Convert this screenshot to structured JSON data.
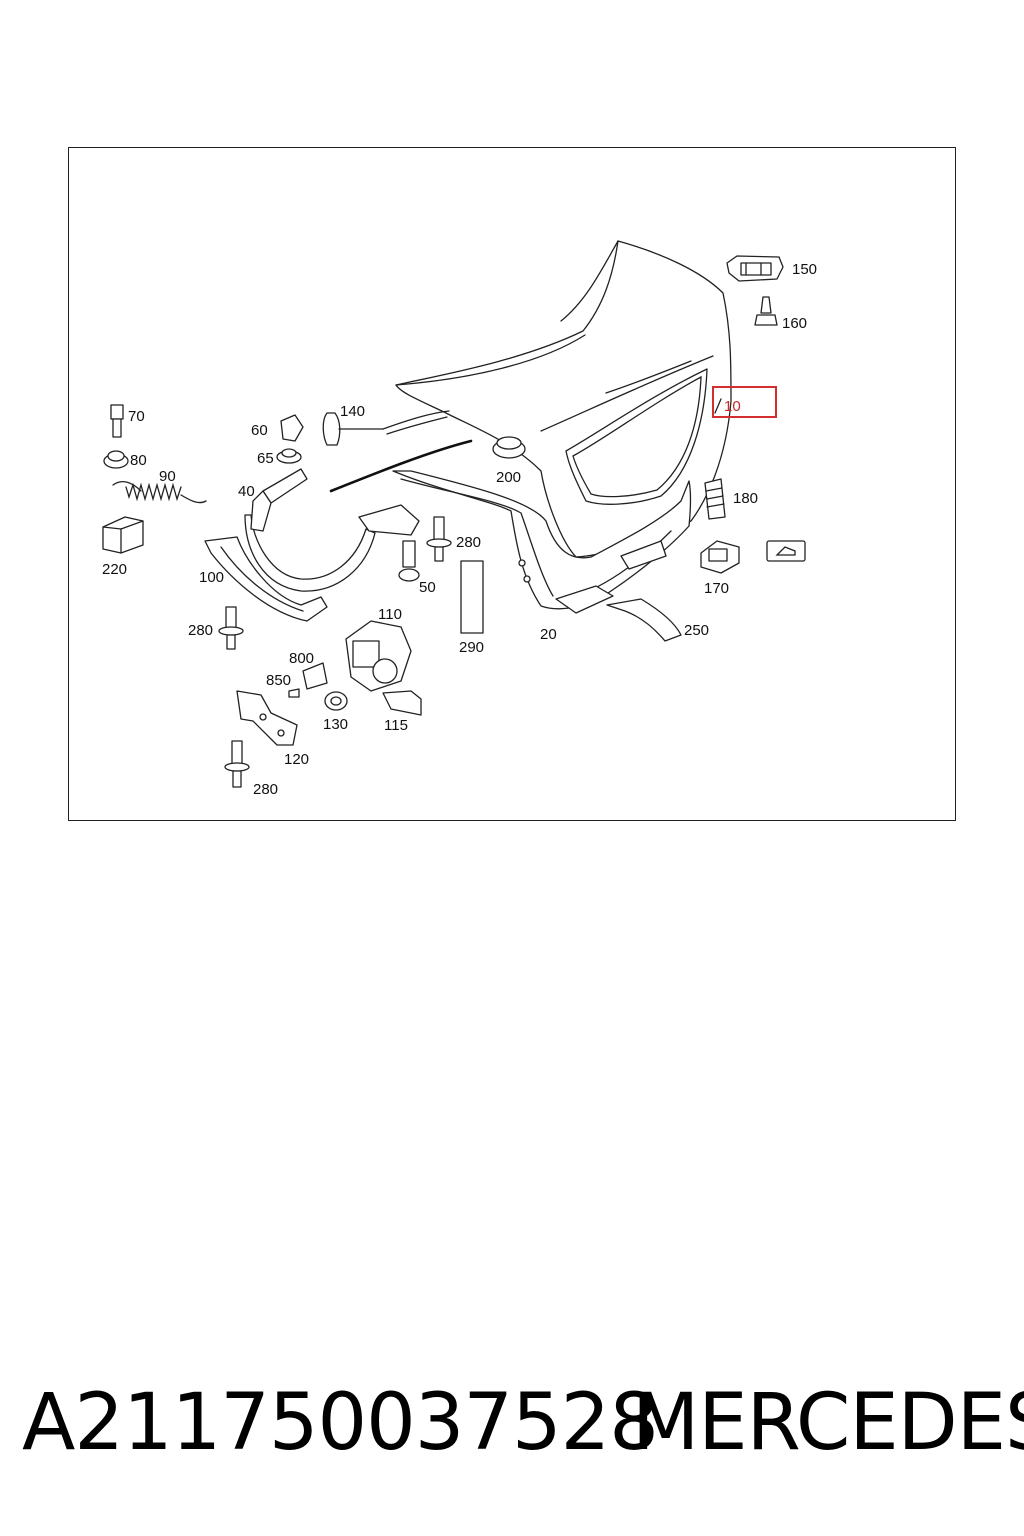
{
  "footer": {
    "part_number": "A211750037528",
    "brand": "MERCEDES"
  },
  "diagram": {
    "highlight_color": "#d32f2f",
    "callouts": {
      "c10": "10",
      "c20": "20",
      "c40": "40",
      "c50": "50",
      "c60": "60",
      "c65": "65",
      "c70": "70",
      "c80": "80",
      "c90": "90",
      "c100": "100",
      "c110": "110",
      "c115": "115",
      "c120": "120",
      "c130": "130",
      "c140": "140",
      "c150": "150",
      "c160": "160",
      "c170": "170",
      "c180": "180",
      "c200": "200",
      "c220": "220",
      "c250": "250",
      "c280a": "280",
      "c280b": "280",
      "c280c": "280",
      "c290": "290",
      "c800": "800",
      "c850": "850"
    }
  }
}
